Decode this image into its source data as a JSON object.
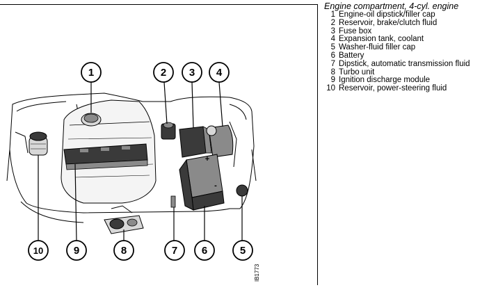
{
  "caption": {
    "title": "Engine compartment, 4-cyl. engine",
    "items": [
      {
        "num": "1",
        "label": "Engine-oil dipstick/filler cap"
      },
      {
        "num": "2",
        "label": "Reservoir, brake/clutch fluid"
      },
      {
        "num": "3",
        "label": "Fuse box"
      },
      {
        "num": "4",
        "label": "Expansion tank, coolant"
      },
      {
        "num": "5",
        "label": "Washer-fluid filler cap"
      },
      {
        "num": "6",
        "label": "Battery"
      },
      {
        "num": "7",
        "label": "Dipstick, automatic transmission fluid"
      },
      {
        "num": "8",
        "label": "Turbo unit"
      },
      {
        "num": "9",
        "label": "Ignition discharge module"
      },
      {
        "num": "10",
        "label": "Reservoir, power-steering fluid"
      }
    ]
  },
  "figure": {
    "callouts": [
      "1",
      "2",
      "3",
      "4",
      "5",
      "6",
      "7",
      "8",
      "9",
      "10"
    ],
    "image_code": "IB1773",
    "battery_plus": "+",
    "battery_minus": "-"
  },
  "colors": {
    "line": "#000000",
    "shade_dark": "#3a3a3a",
    "shade_mid": "#8a8a8a",
    "shade_light": "#d8d8d8"
  }
}
